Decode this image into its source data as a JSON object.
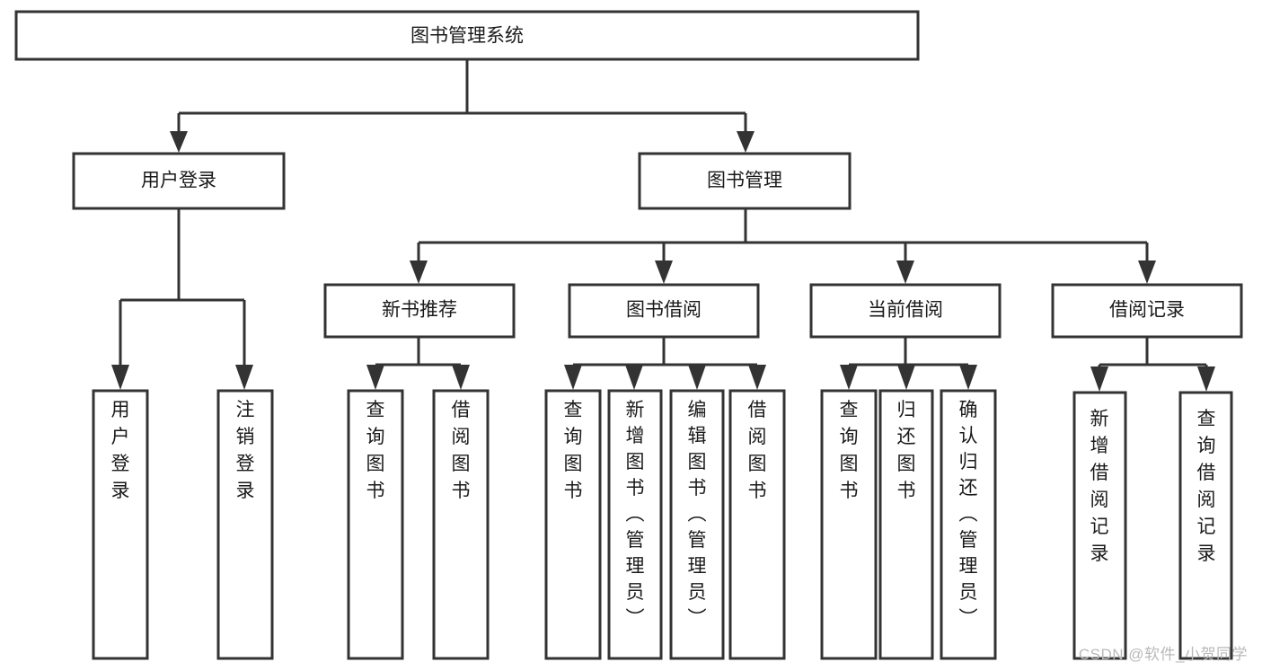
{
  "diagram": {
    "title": "图书管理系统",
    "type": "tree-hierarchy-diagram",
    "orientation": "top-down",
    "colors": {
      "box_fill": "#ffffff",
      "box_stroke": "#333333",
      "text": "#1a1a1a",
      "watermark": "#b9b9b9",
      "background": "#ffffff"
    }
  },
  "root": {
    "label": "图书管理系统"
  },
  "level2": {
    "user_login": {
      "label": "用户登录"
    },
    "book_manage": {
      "label": "图书管理"
    }
  },
  "level3": {
    "new_book_recommend": {
      "label": "新书推荐"
    },
    "book_borrow": {
      "label": "图书借阅"
    },
    "current_borrow": {
      "label": "当前借阅"
    },
    "borrow_record": {
      "label": "借阅记录"
    }
  },
  "leaves": {
    "user_login": [
      {
        "label": "用户登录"
      },
      {
        "label": "注销登录"
      }
    ],
    "new_book_recommend": [
      {
        "label": "查询图书"
      },
      {
        "label": "借阅图书"
      }
    ],
    "book_borrow": [
      {
        "label": "查询图书"
      },
      {
        "label": "新增图书（管理员）"
      },
      {
        "label": "编辑图书（管理员）"
      },
      {
        "label": "借阅图书"
      }
    ],
    "current_borrow": [
      {
        "label": "查询图书"
      },
      {
        "label": "归还图书"
      },
      {
        "label": "确认归还（管理员）"
      }
    ],
    "borrow_record": [
      {
        "label": "新增借阅记录"
      },
      {
        "label": "查询借阅记录"
      }
    ]
  },
  "watermark": {
    "text": "CSDN @软件_小贺同学"
  }
}
